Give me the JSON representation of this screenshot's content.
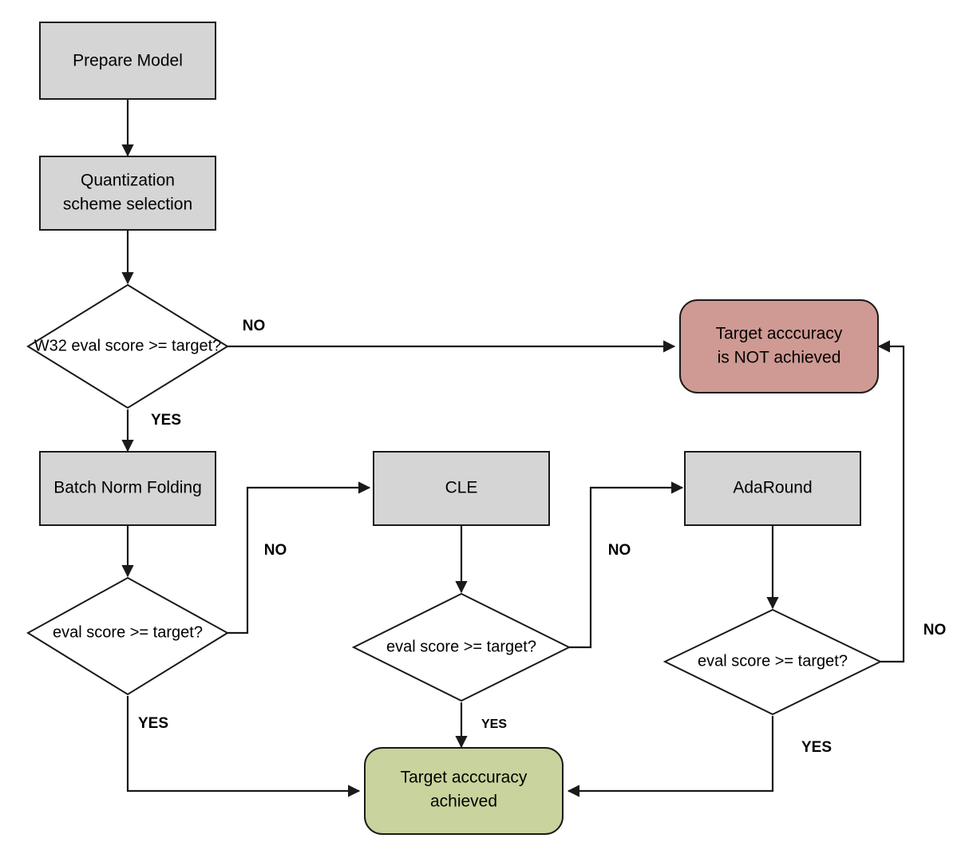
{
  "diagram": {
    "title": "Quantization workflow flowchart",
    "colors": {
      "process_fill": "#d5d5d5",
      "failure_fill": "#cf9a93",
      "success_fill": "#c9d39d",
      "stroke": "#1a1a1a",
      "decision_fill": "#ffffff"
    },
    "nodes": {
      "prepare_model": {
        "label": "Prepare Model",
        "shape": "rect"
      },
      "quantization_scheme_line1": {
        "label": "Quantization"
      },
      "quantization_scheme_line2": {
        "label": "scheme selection"
      },
      "w32_decision": {
        "label": "W32 eval score >= target?",
        "shape": "diamond"
      },
      "not_achieved_line1": {
        "label": "Target acccuracy"
      },
      "not_achieved_line2": {
        "label": "is NOT achieved"
      },
      "batch_norm_folding": {
        "label": "Batch Norm Folding",
        "shape": "rect"
      },
      "cle": {
        "label": "CLE",
        "shape": "rect"
      },
      "adaround": {
        "label": "AdaRound",
        "shape": "rect"
      },
      "eval_decision_1": {
        "label": "eval score >= target?",
        "shape": "diamond"
      },
      "eval_decision_2": {
        "label": "eval score >= target?",
        "shape": "diamond"
      },
      "eval_decision_3": {
        "label": "eval score >= target?",
        "shape": "diamond"
      },
      "achieved_line1": {
        "label": "Target acccuracy"
      },
      "achieved_line2": {
        "label": "achieved"
      }
    },
    "edge_labels": {
      "w32_no": "NO",
      "w32_yes": "YES",
      "bnf_no": "NO",
      "bnf_yes": "YES",
      "cle_no": "NO",
      "cle_yes": "YES",
      "ada_no": "NO",
      "ada_yes": "YES"
    }
  }
}
